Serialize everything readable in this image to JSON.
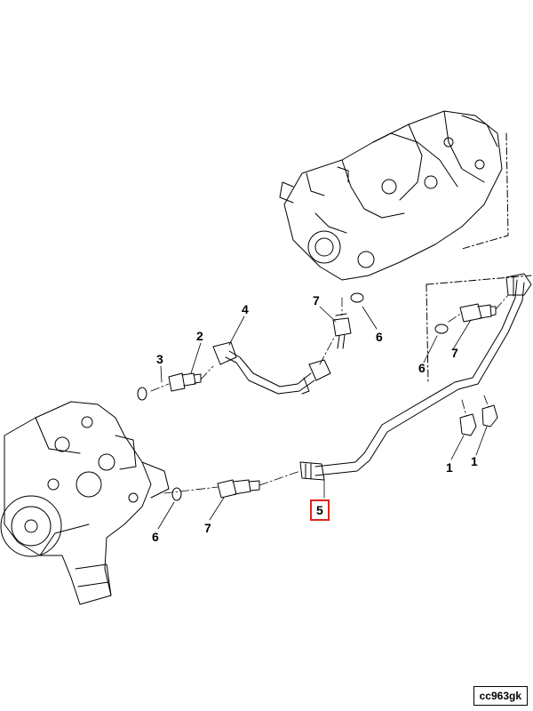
{
  "diagram": {
    "reference_code": "cc963gk",
    "highlighted_label": "5",
    "callouts": [
      {
        "id": "c1a",
        "text": "1"
      },
      {
        "id": "c1b",
        "text": "1"
      },
      {
        "id": "c2",
        "text": "2"
      },
      {
        "id": "c3",
        "text": "3"
      },
      {
        "id": "c4",
        "text": "4"
      },
      {
        "id": "c5",
        "text": "5"
      },
      {
        "id": "c6a",
        "text": "6"
      },
      {
        "id": "c6b",
        "text": "6"
      },
      {
        "id": "c6c",
        "text": "6"
      },
      {
        "id": "c7a",
        "text": "7"
      },
      {
        "id": "c7b",
        "text": "7"
      },
      {
        "id": "c7c",
        "text": "7"
      }
    ],
    "colors": {
      "line": "#000000",
      "highlight": "#e1251b",
      "background": "#ffffff"
    }
  }
}
